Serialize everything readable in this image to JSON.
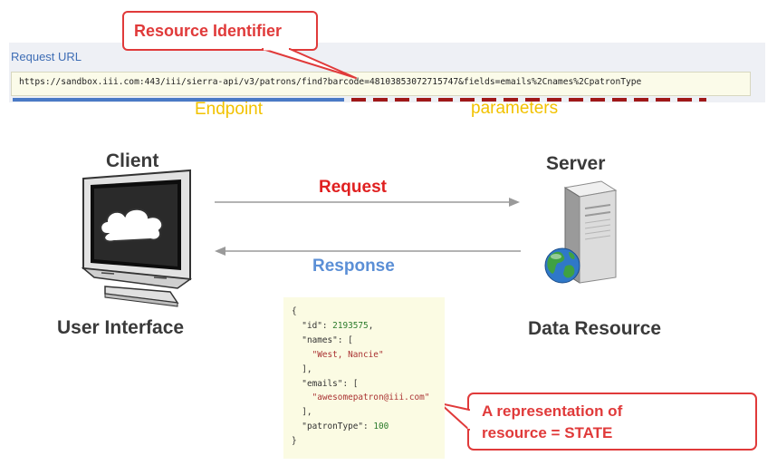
{
  "request_url": {
    "heading": "Request URL",
    "url": "https://sandbox.iii.com:443/iii/sierra-api/v3/patrons/find?barcode=48103853072715747&fields=emails%2Cnames%2CpatronType",
    "endpoint_label": "Endpoint",
    "parameters_label": "parameters"
  },
  "callouts": {
    "resource_identifier": "Resource Identifier",
    "state_line1": "A representation of",
    "state_line2": "resource = STATE"
  },
  "client": {
    "label": "Client",
    "caption": "User Interface",
    "icon": "monitor-with-cloud-icon"
  },
  "server": {
    "label": "Server",
    "caption": "Data Resource",
    "icon": "server-tower-with-globe-icon"
  },
  "arrows": {
    "request_label": "Request",
    "response_label": "Response"
  },
  "json": {
    "open": "{",
    "id_key": "\"id\"",
    "id_value": "2193575",
    "names_key": "\"names\"",
    "names_value": "\"West, Nancie\"",
    "emails_key": "\"emails\"",
    "emails_value": "\"awesomepatron@iii.com\"",
    "patron_type_key": "\"patronType\"",
    "patron_type_value": "100",
    "close": "}"
  },
  "colors": {
    "callout_border": "#e03a3a",
    "callout_text": "#e03a3a",
    "endpoint_underline": "#4a7ac6",
    "parameters_underline": "#a01818",
    "label_yellow": "#f2c200",
    "request_red": "#e02020",
    "response_blue": "#5b8fd6",
    "arrow_gray": "#9a9a9a"
  }
}
